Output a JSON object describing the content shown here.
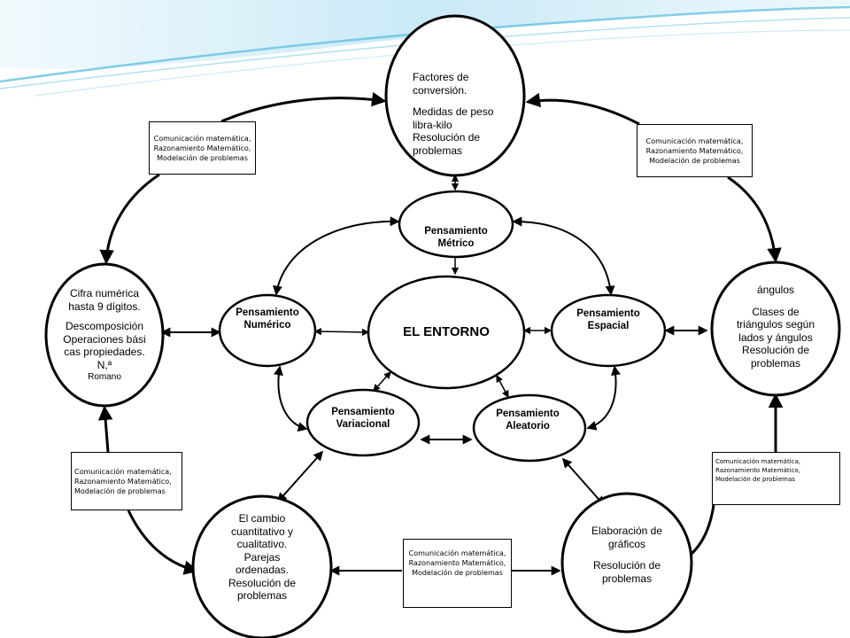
{
  "center": {
    "label": "EL ENTORNO"
  },
  "thinking": {
    "metrico": [
      "Pensamiento",
      "Métrico"
    ],
    "numerico": [
      "Pensamiento",
      "Numérico"
    ],
    "espacial": [
      "Pensamiento",
      "Espacial"
    ],
    "variacional": [
      "Pensamiento",
      "Variacional"
    ],
    "aleatorio": [
      "Pensamiento",
      "Aleatorio"
    ]
  },
  "outer": {
    "top": {
      "line1": "Factores de conversión.",
      "line2": "Medidas de peso libra-kilo",
      "line3": "Resolución de problemas"
    },
    "left": {
      "line1": "Cifra numérica hasta 9 dígitos.",
      "line2": "Descomposición Operaciones básicas propiedades.N,ª",
      "line3": "Romano"
    },
    "right": {
      "line1": "ángulos",
      "line2": "Clases de triángulos según lados y ángulos",
      "line3": "Resolución de problemas"
    },
    "bottom_left": {
      "line1": "El cambio cuantitativo y cualitativo.",
      "line2": "Parejas ordenadas.",
      "line3": "Resolución de problemas"
    },
    "bottom_right": {
      "line1": "Elaboración de gráficos",
      "line2": "Resolución de problemas"
    }
  },
  "box_lines": [
    "Comunicación matemática,",
    "Razonamiento Matemático,",
    "Modelación de problemas"
  ],
  "colors": {
    "wave": "#5bbde0",
    "wave_light": "#bfe6f5",
    "line": "#000000"
  }
}
